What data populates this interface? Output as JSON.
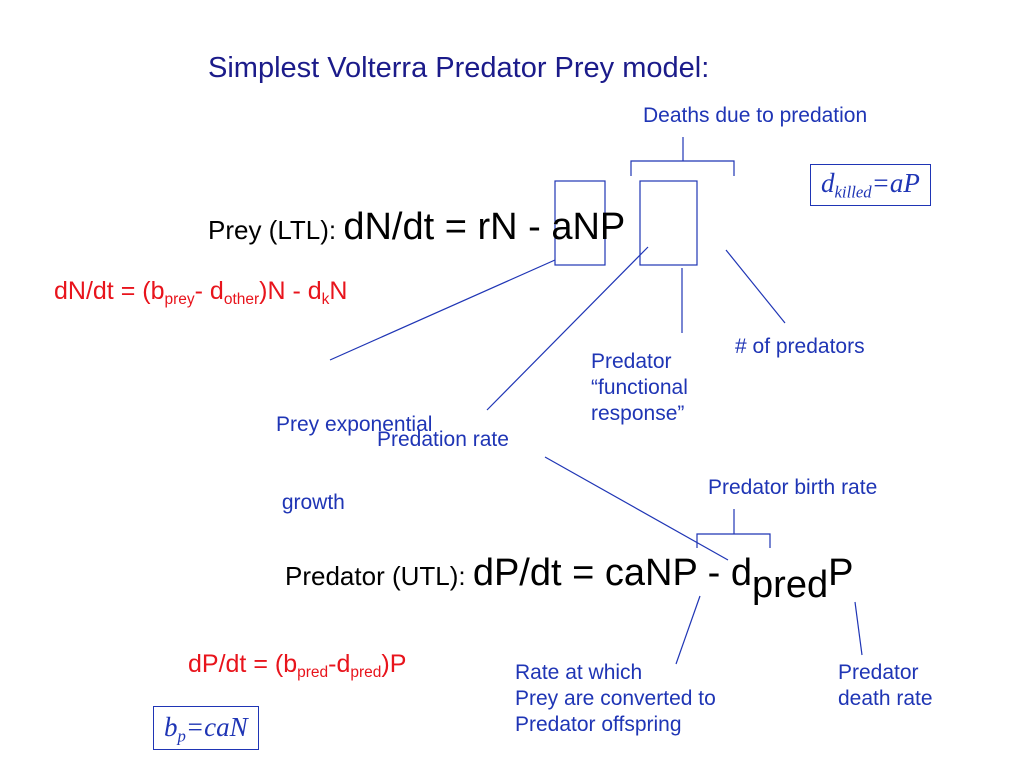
{
  "title": "Simplest Volterra Predator Prey model:",
  "prey": {
    "label": "Prey (LTL): ",
    "eq_lhs": "dN/dt = ",
    "eq_rN": "rN",
    "eq_minus": " - ",
    "eq_aNP": "aNP"
  },
  "prey_expanded": {
    "lhs": "dN/dt = (b",
    "sub_prey": "prey",
    "mid1": "- d",
    "sub_other": "other",
    "mid2": ")N - d",
    "sub_k": "k",
    "end": "N"
  },
  "dkilled": {
    "d": "d",
    "sub": "killed",
    "rhs": "=aP"
  },
  "annotations": {
    "deaths_due_to_predation": "Deaths due to predation",
    "num_predators": "# of predators",
    "predator_functional_line1": "Predator",
    "predator_functional_line2": "“functional",
    "predator_functional_line3": "response”",
    "prey_exp_line1": "Prey exponential",
    "prey_exp_line2": " growth",
    "predation_rate": "Predation rate",
    "predator_birth_rate": "Predator birth rate",
    "rate_line1": "Rate at which",
    "rate_line2": "Prey are converted to",
    "rate_line3": "Predator offspring",
    "death_line1": "Predator",
    "death_line2": "death rate"
  },
  "predator": {
    "label": "Predator (UTL): ",
    "eq_lhs": "dP/dt = ",
    "eq_caNP": "caNP",
    "eq_minus": " - d",
    "sub_pred": "pred",
    "end": "P"
  },
  "predator_expanded": {
    "lhs": "dP/dt = (b",
    "sub_pred1": "pred",
    "mid": "-d",
    "sub_pred2": "pred",
    "end": ")P"
  },
  "bp": {
    "b": "b",
    "sub": "p",
    "rhs": "=caN"
  },
  "colors": {
    "title": "#1b1b8a",
    "annotation": "#1f35b5",
    "highlight": "#e8141c",
    "equation": "#000000"
  }
}
